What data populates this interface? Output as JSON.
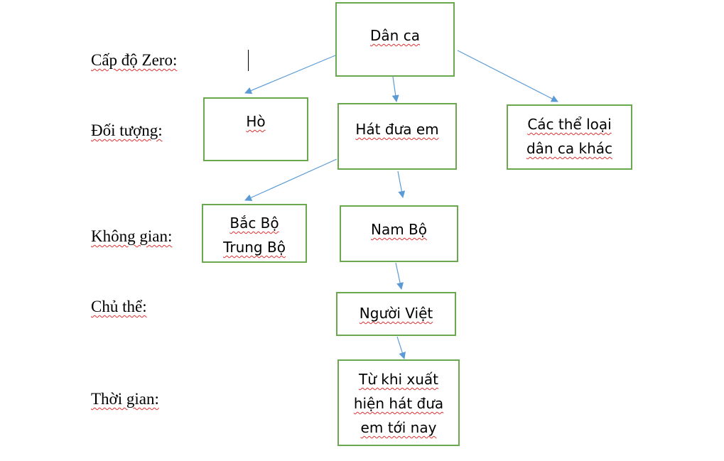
{
  "levels": {
    "zero": "Cấp độ Zero:",
    "object": "Đối tượng:",
    "space": "Không gian:",
    "subject": "Chủ thể:",
    "time": "Thời gian:"
  },
  "nodes": {
    "root": [
      "Dân ca"
    ],
    "ho": [
      "Hò"
    ],
    "hat_dua_em": [
      "Hát đưa em"
    ],
    "other_genres": [
      "Các thể loại",
      "dân ca khác"
    ],
    "bac_trung_bo": [
      "Bắc Bộ",
      "Trung Bộ"
    ],
    "nam_bo": [
      "Nam Bộ"
    ],
    "nguoi_viet": [
      "Người Việt"
    ],
    "time_span": [
      "Từ khi xuất",
      "hiện hát đưa",
      "em tới nay"
    ]
  },
  "edges": [
    [
      "root",
      "ho"
    ],
    [
      "root",
      "hat_dua_em"
    ],
    [
      "root",
      "other_genres"
    ],
    [
      "hat_dua_em",
      "bac_trung_bo"
    ],
    [
      "hat_dua_em",
      "nam_bo"
    ],
    [
      "nam_bo",
      "nguoi_viet"
    ],
    [
      "nguoi_viet",
      "time_span"
    ]
  ],
  "colors": {
    "box_border": "#6aa84f",
    "arrow": "#5b9bd5",
    "spellcheck_underline": "#e03030"
  }
}
